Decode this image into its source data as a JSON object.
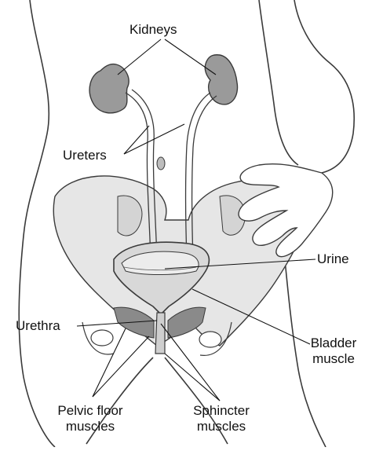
{
  "labels": {
    "kidneys": "Kidneys",
    "ureters": "Ureters",
    "urine": "Urine",
    "urethra": "Urethra",
    "bladder_line1": "Bladder",
    "bladder_line2": "muscle",
    "pelvic_line1": "Pelvic floor",
    "pelvic_line2": "muscles",
    "sphincter_line1": "Sphincter",
    "sphincter_line2": "muscles"
  },
  "colors": {
    "outline": "#3a3a3a",
    "organ": "#9a9a9a",
    "organ_dark": "#7a7a7a",
    "pelvis": "#e6e6e6",
    "skin": "#ffffff",
    "leader": "#111111"
  }
}
